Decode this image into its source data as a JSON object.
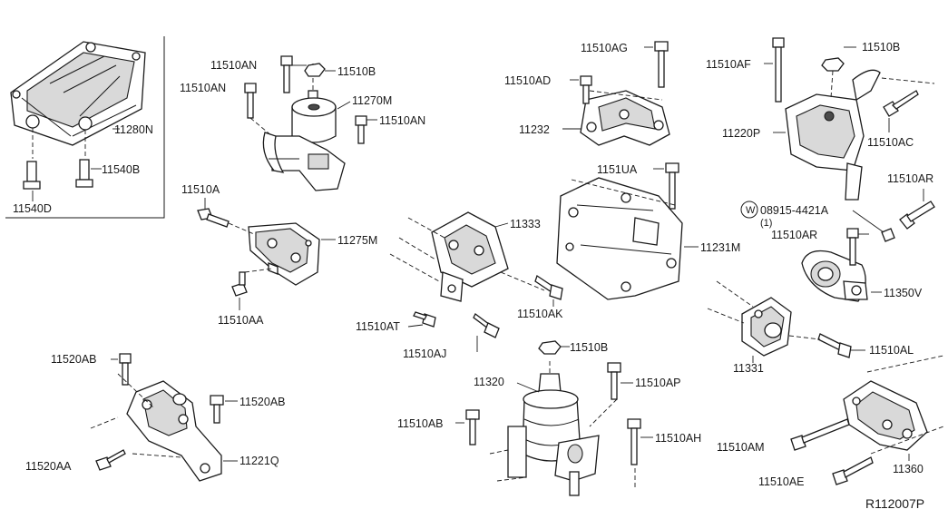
{
  "labels": {
    "l11280N": "11280N",
    "l11540B": "11540B",
    "l11540D": "11540D",
    "l11510AN_1": "11510AN",
    "l11510B_1": "11510B",
    "l11510AN_2": "11510AN",
    "l11270M": "11270M",
    "l11510AN_3": "11510AN",
    "l11510A": "11510A",
    "l11275M": "11275M",
    "l11510AA": "11510AA",
    "l11510AG": "11510AG",
    "l11510AD": "11510AD",
    "l11232": "11232",
    "l1151UA": "1151UA",
    "l11231M": "11231M",
    "l11333": "11333",
    "l11510AK": "11510AK",
    "l11510AT": "11510AT",
    "l11510AJ": "11510AJ",
    "l11510AF": "11510AF",
    "l11510B_2": "11510B",
    "l11220P": "11220P",
    "l11510AC": "11510AC",
    "l11510AR_1": "11510AR",
    "l08915": "08915-4421A",
    "l08915_qty": "(1)",
    "l08915_mark": "W",
    "l11510AR_2": "11510AR",
    "l11350V": "11350V",
    "l11331": "11331",
    "l11510AL": "11510AL",
    "l11520AB_1": "11520AB",
    "l11520AB_2": "11520AB",
    "l11520AA": "11520AA",
    "l11221Q": "11221Q",
    "l11510B_3": "11510B",
    "l11320": "11320",
    "l11510AP": "11510AP",
    "l11510AB": "11510AB",
    "l11510AH": "11510AH",
    "l11510AM": "11510AM",
    "l11510AE": "11510AE",
    "l11360": "11360",
    "ref_code": "R112007P"
  }
}
